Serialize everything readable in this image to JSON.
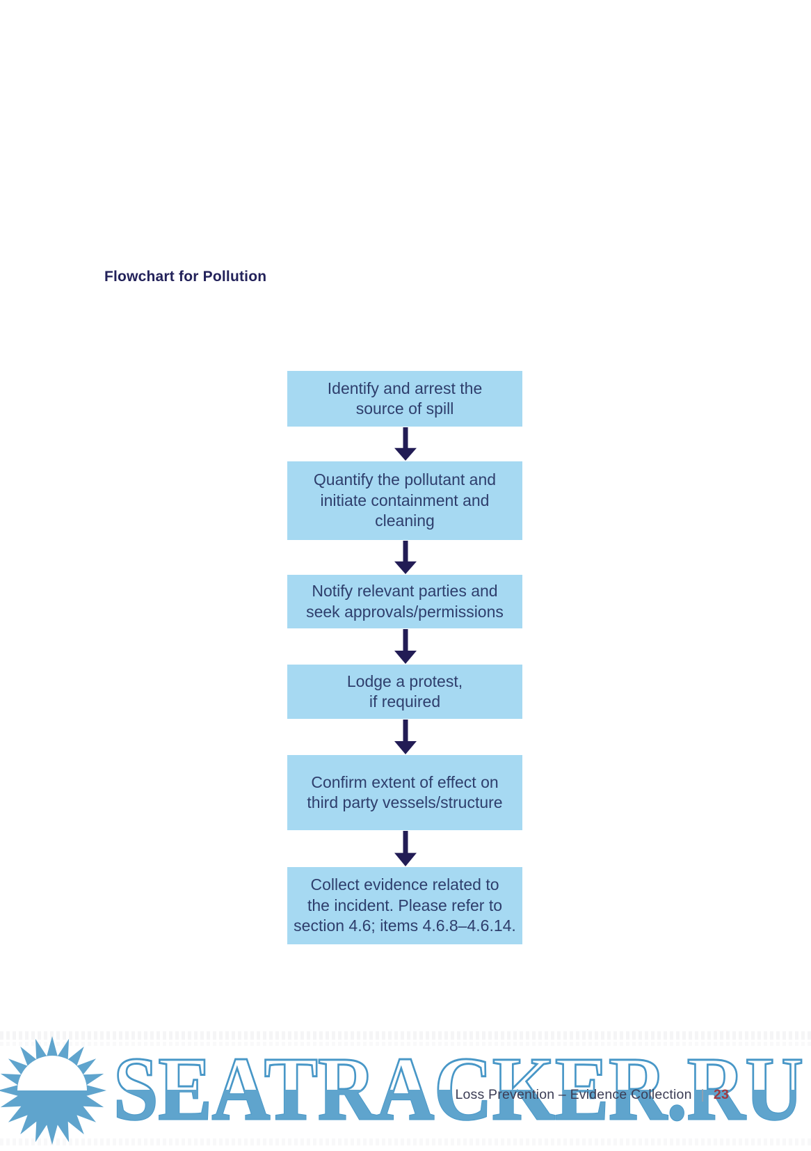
{
  "page": {
    "title": "Flowchart for Pollution",
    "footer": {
      "text": "Loss Prevention – Evidence Collection",
      "separator": "|",
      "page_number": "23"
    }
  },
  "flowchart": {
    "steps": [
      {
        "label": "Identify and arrest the\nsource of spill"
      },
      {
        "label": "Quantify the pollutant and\ninitiate containment and\ncleaning"
      },
      {
        "label": "Notify relevant parties and\nseek approvals/permissions"
      },
      {
        "label": "Lodge a protest,\nif required"
      },
      {
        "label": "Confirm extent of effect on\nthird party vessels/structure"
      },
      {
        "label": "Collect evidence related to\nthe incident. Please refer to\nsection 4.6; items 4.6.8–4.6.14."
      }
    ]
  },
  "watermark": {
    "text": "SEATRACKER.RU"
  },
  "colors": {
    "title_color": "#23225a",
    "box_fill": "#a6d9f2",
    "box_text": "#2e3e6c",
    "arrow_color": "#221c55",
    "watermark_blue": "#5fa4cd",
    "watermark_outline": "#4897c7",
    "footer_text": "#3c3d55",
    "footer_separator": "#9aa0ad",
    "page_number": "#a03b42"
  }
}
